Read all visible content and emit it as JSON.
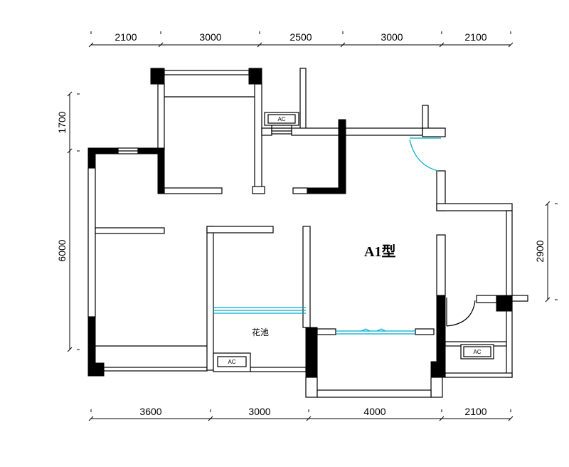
{
  "plan": {
    "unit_label": "A1型",
    "flower_bed_label": "花池"
  },
  "dimensions": {
    "top": [
      "2100",
      "3000",
      "2500",
      "3000",
      "2100"
    ],
    "bottom": [
      "3600",
      "3000",
      "4000",
      "2100"
    ],
    "left": [
      "1700",
      "6000"
    ],
    "right": [
      "2900"
    ]
  },
  "ac_units": [
    "AC",
    "AC",
    "AC"
  ],
  "colors": {
    "wall": "#000000",
    "glass": "#00aacc",
    "background": "#ffffff"
  }
}
